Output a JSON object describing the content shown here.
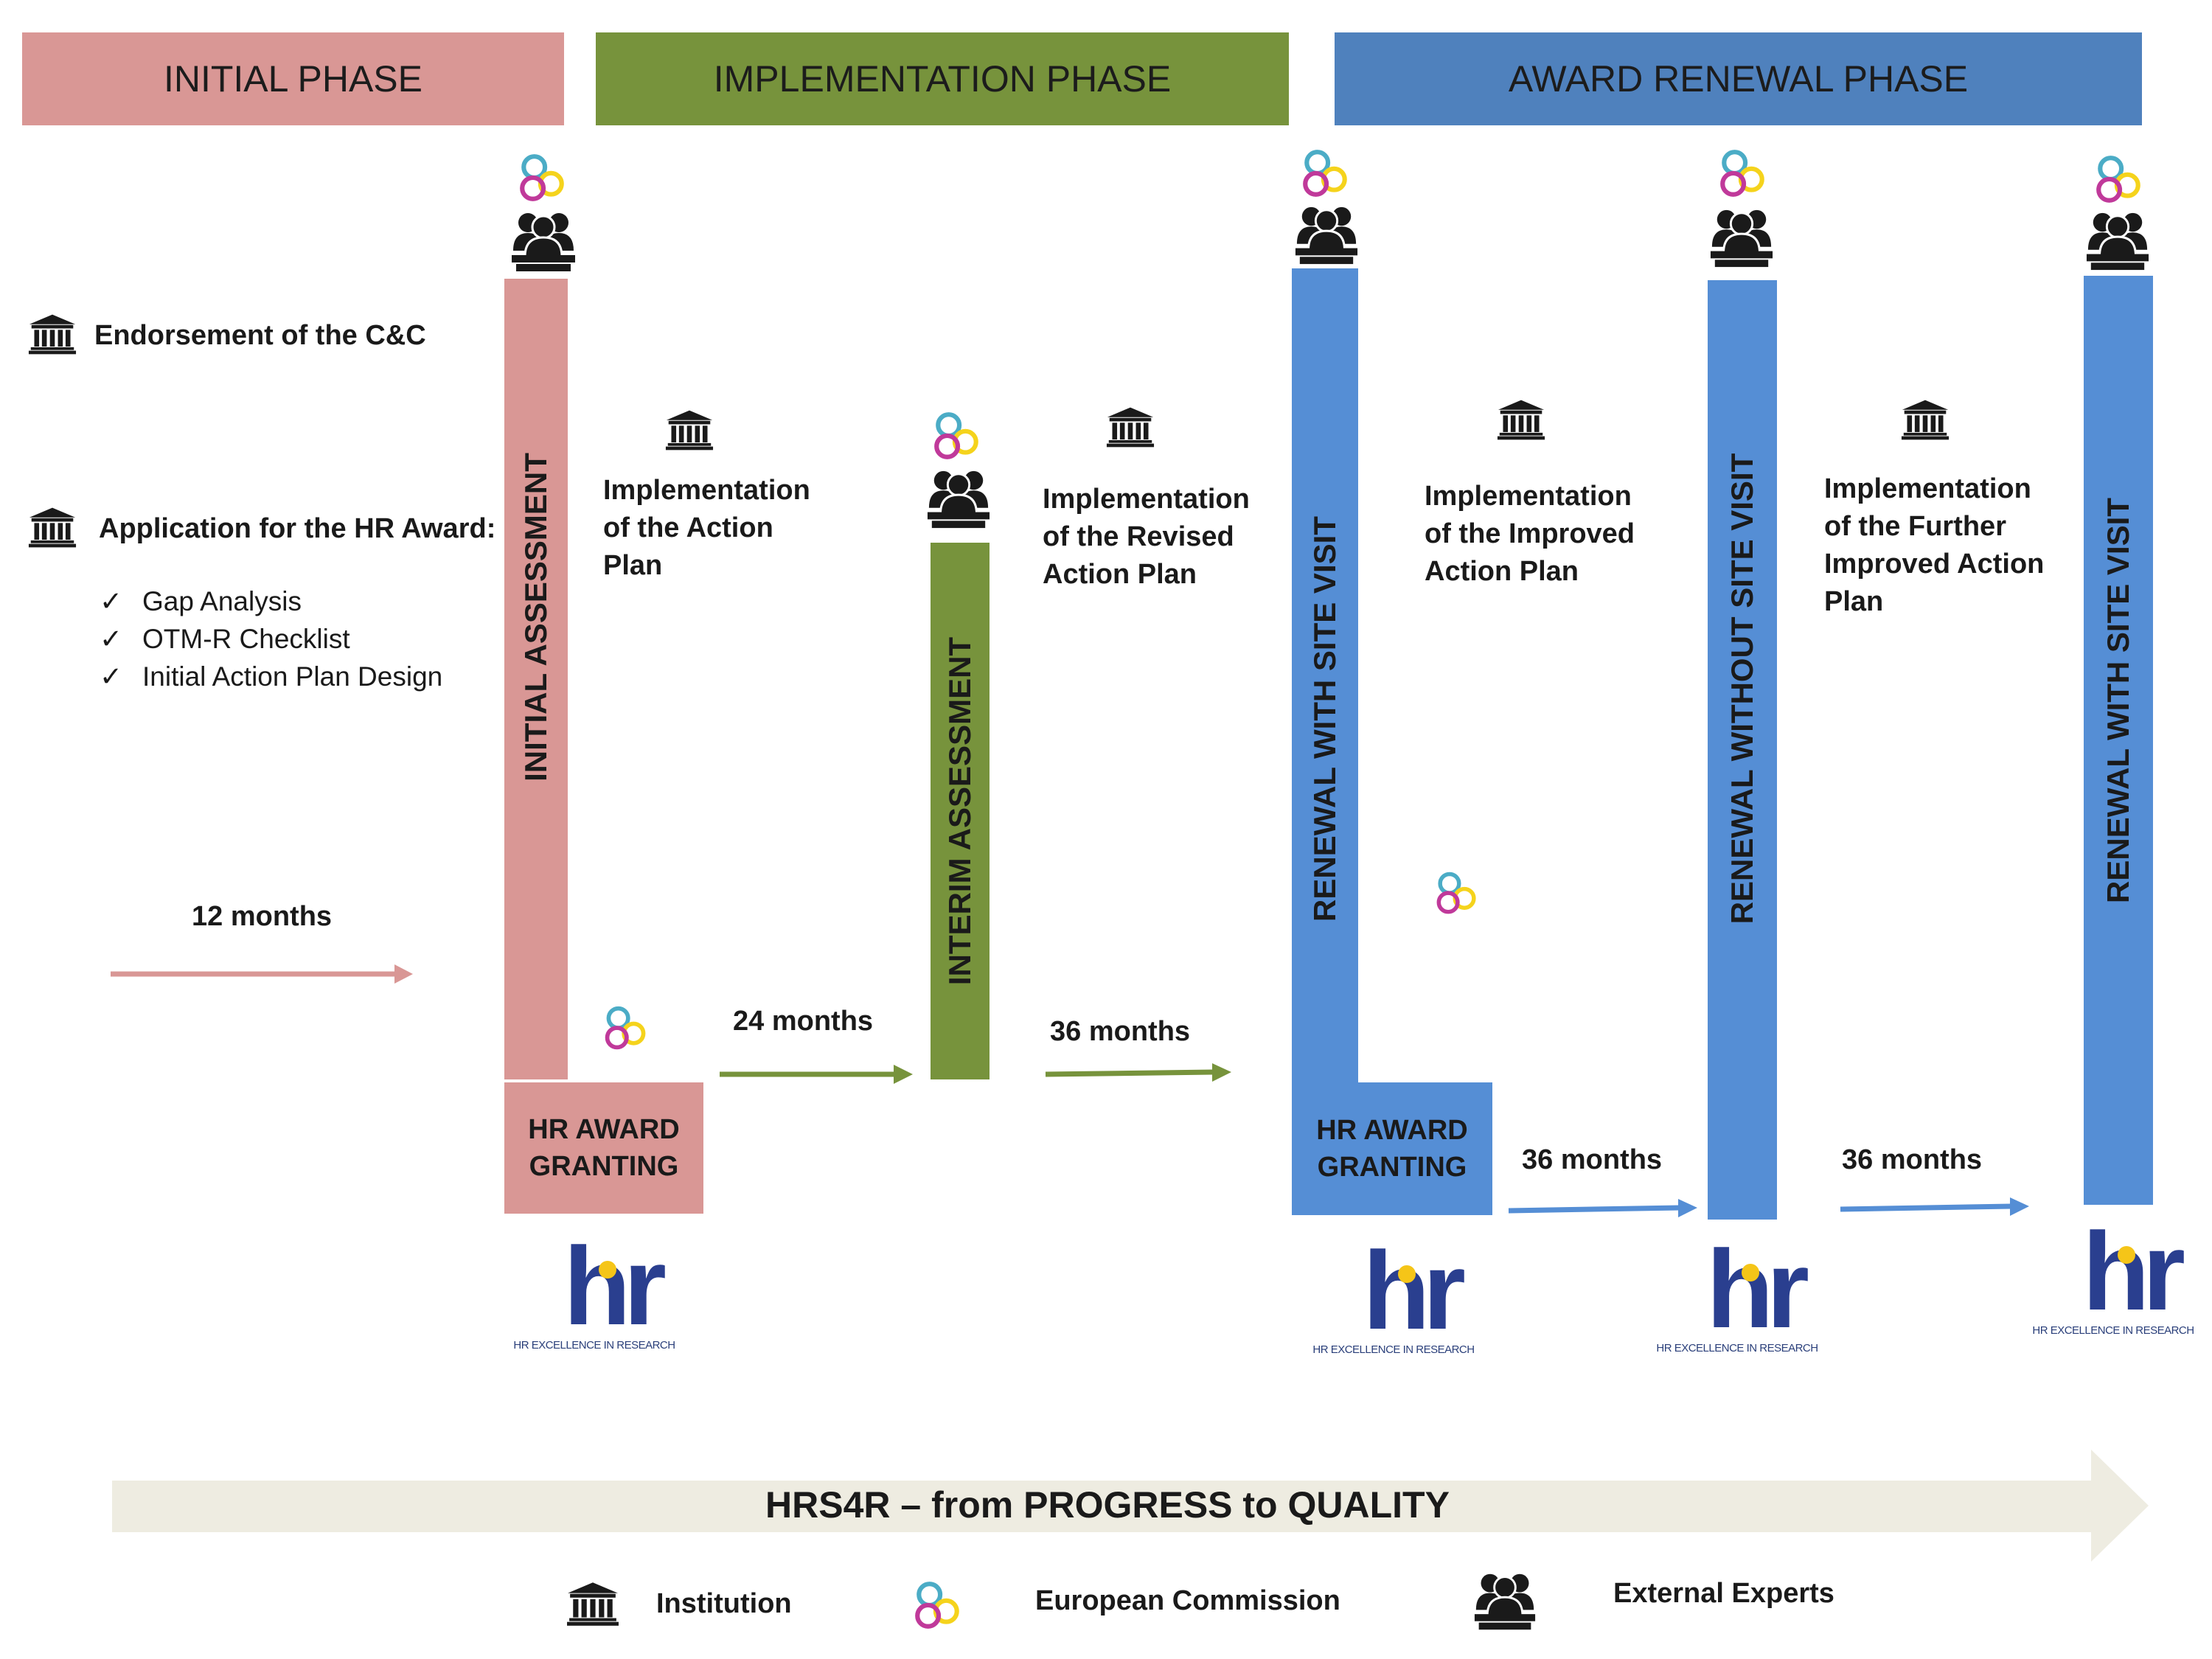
{
  "phases": {
    "initial": "INITIAL PHASE",
    "implementation": "IMPLEMENTATION PHASE",
    "award_renewal": "AWARD RENEWAL PHASE"
  },
  "colors": {
    "initial": "#d99795",
    "implementation": "#77933c",
    "renewal_header": "#4f81bd",
    "renewal_bar": "#558ed5",
    "progress_arrow": "#eeece1"
  },
  "left": {
    "endorsement": "Endorsement of the C&C",
    "application": "Application for the HR Award:",
    "checklist": [
      "Gap Analysis",
      "OTM-R Checklist",
      "Initial Action Plan Design"
    ],
    "duration": "12 months"
  },
  "bars": {
    "initial_assessment": "INITIAL ASSESSMENT",
    "interim_assessment": "INTERIM ASSESSMENT",
    "renewal_with_site_visit_1": "RENEWAL WITH SITE VISIT",
    "renewal_without_site_visit": "RENEWAL WITHOUT SITE VISIT",
    "renewal_with_site_visit_2": "RENEWAL WITH SITE VISIT"
  },
  "implementations": {
    "action_plan": [
      "Implementation",
      "of the Action",
      "Plan"
    ],
    "revised": [
      "Implementation",
      "of the Revised",
      "Action Plan"
    ],
    "improved": [
      "Implementation",
      "of the Improved",
      "Action Plan"
    ],
    "further": [
      "Implementation",
      "of the Further",
      "Improved Action",
      "Plan"
    ]
  },
  "durations": {
    "d24": "24 months",
    "d36a": "36 months",
    "d36b": "36 months",
    "d36c": "36 months"
  },
  "granting": {
    "g1": [
      "HR AWARD",
      "GRANTING"
    ],
    "g2": [
      "HR AWARD",
      "GRANTING"
    ]
  },
  "logo": {
    "mark": "hr",
    "subtitle": "HR EXCELLENCE IN RESEARCH"
  },
  "footer": {
    "title": "HRS4R – from PROGRESS to QUALITY",
    "legend_institution": "Institution",
    "legend_commission": "European Commission",
    "legend_experts": "External Experts"
  },
  "icons": {
    "institution": "institution-building-icon",
    "commission": "european-commission-rings-icon",
    "experts": "external-experts-icon",
    "check": "checkmark-icon"
  }
}
